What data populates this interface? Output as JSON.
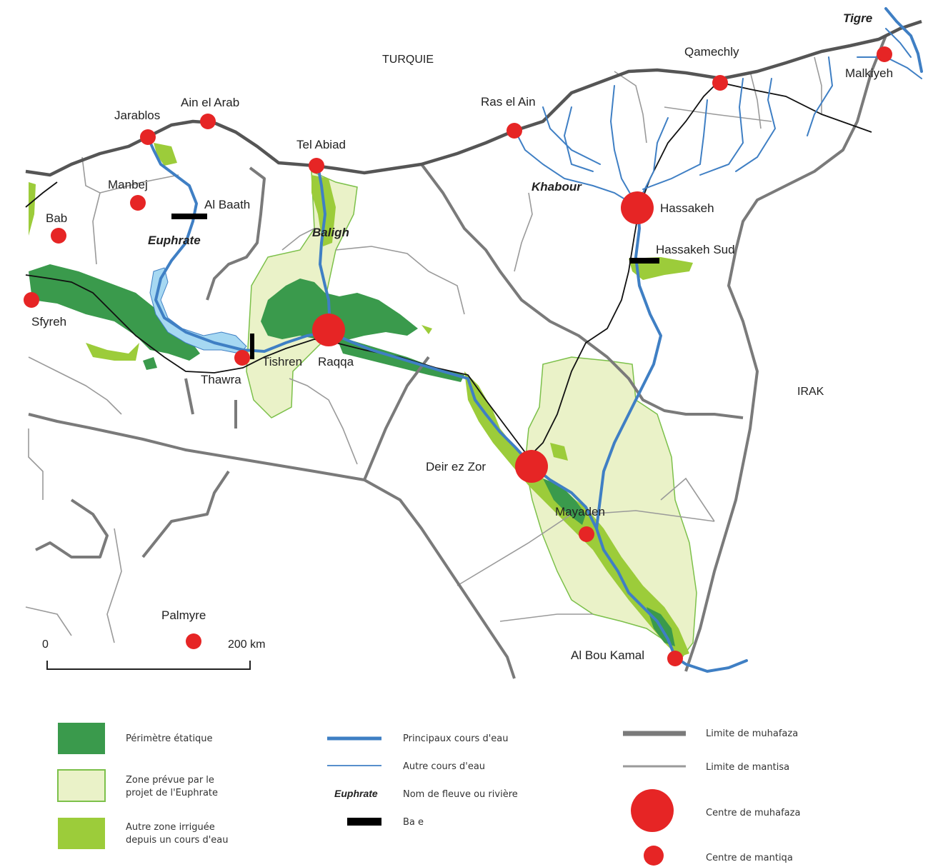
{
  "countries": {
    "north": "TURQUIE",
    "east": "IRAK"
  },
  "rivers": {
    "euphrate": "Euphrate",
    "baligh": "Baligh",
    "khabour": "Khabour",
    "tigre": "Tigre"
  },
  "dams": {
    "al_baath": "Al Baath",
    "hassakeh_sud": "Hassakeh Sud",
    "tishren": "Tishren"
  },
  "muhafaza_centers": {
    "raqqa": "Raqqa",
    "hassakeh": "Hassakeh",
    "deir_ez_zor": "Deir ez Zor"
  },
  "mantiqa_centers": {
    "jarablos": "Jarablos",
    "ain_el_arab": "Ain el Arab",
    "tel_abiad": "Tel Abiad",
    "ras_el_ain": "Ras el Ain",
    "qamechly": "Qamechly",
    "malkiyeh": "Malkiyeh",
    "manbej": "Manbej",
    "bab": "Bab",
    "sfyreh": "Sfyreh",
    "thawra": "Thawra",
    "mayaden": "Mayaden",
    "al_bou_kamal": "Al Bou Kamal",
    "palmyre": "Palmyre"
  },
  "scale": {
    "start": "0",
    "end": "200 km"
  },
  "colors": {
    "state_perimeter": "#3a9a4c",
    "project_zone": "#eaf2c8",
    "project_zone_border": "#7cc04a",
    "other_irrigated": "#9ccc3a",
    "river": "#3f7fc4",
    "reservoir": "#a6d8f2",
    "muhafaza_border": "#7a7a7a",
    "mantisa_border": "#9a9a9a",
    "city": "#e62525",
    "dam": "#000000"
  },
  "legend": {
    "state_perimeter": "Périmètre étatique",
    "project_zone_line1": "Zone prévue par le",
    "project_zone_line2": "projet de l'Euphrate",
    "other_irrigated_line1": "Autre zone irriguée",
    "other_irrigated_line2": "depuis un cours d'eau",
    "main_rivers": "Principaux cours d'eau",
    "other_rivers": "Autre cours d'eau",
    "river_name_example": "Euphrate",
    "river_name": "Nom de fleuve ou rivière",
    "dam": "Ba      e",
    "muhafaza_limit": "Limite de muhafaza",
    "mantisa_limit": "Limite de mantisa",
    "muhafaza_center": "Centre de muhafaza",
    "mantiqa_center": "Centre de mantiqa"
  }
}
